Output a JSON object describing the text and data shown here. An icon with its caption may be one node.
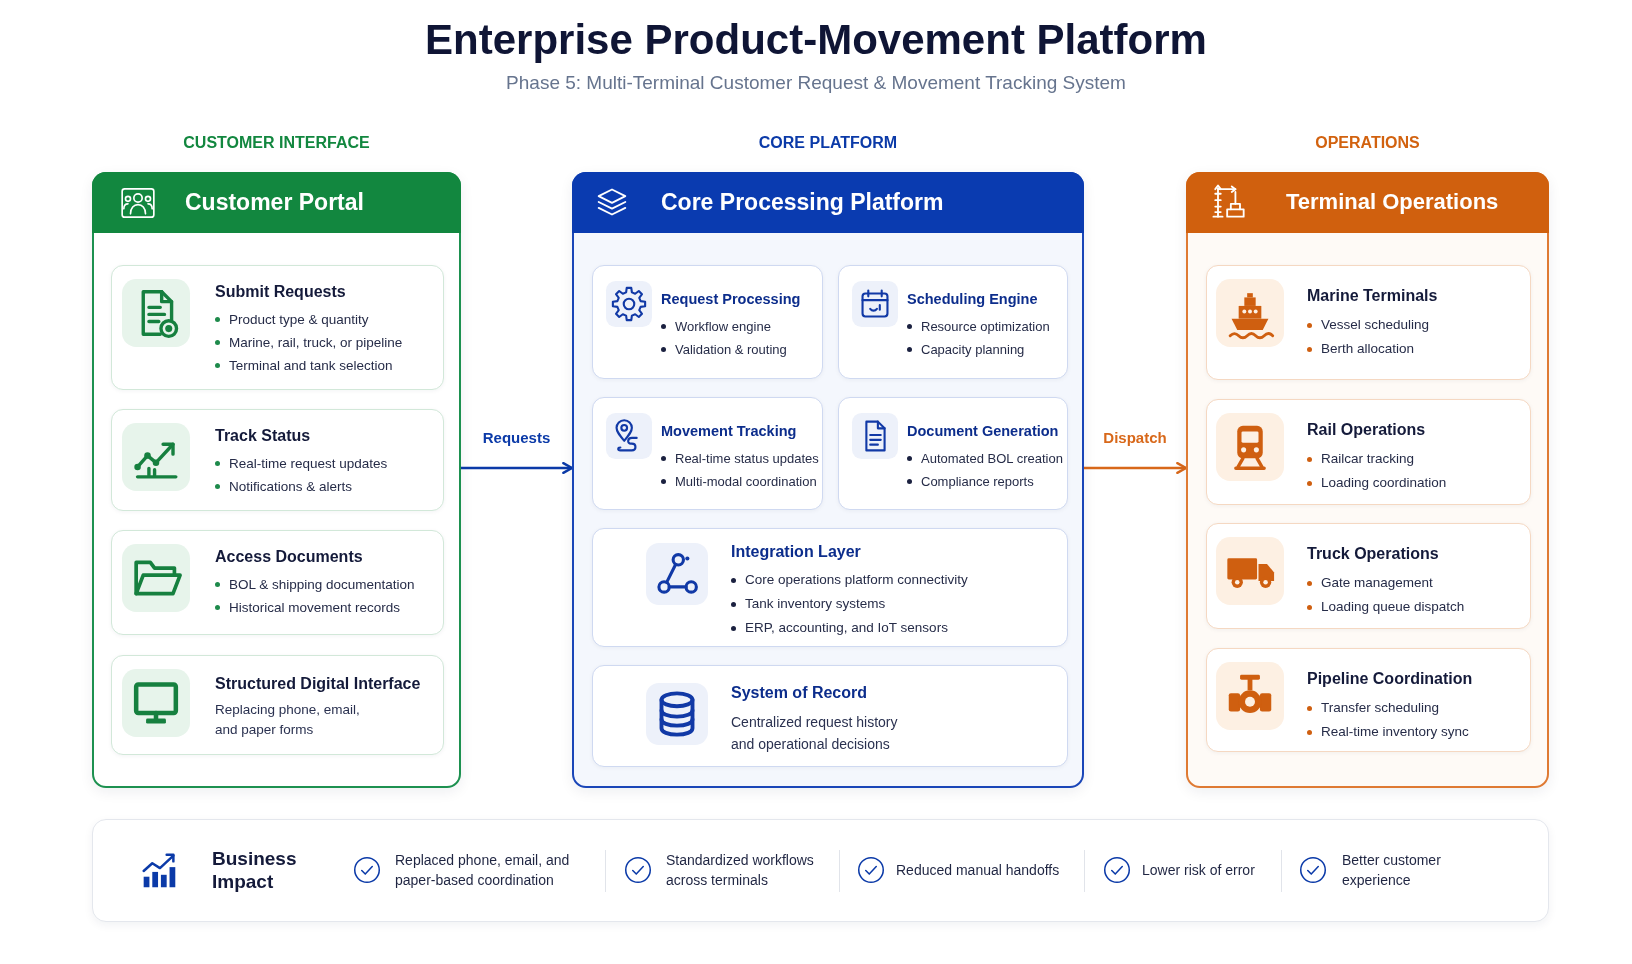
{
  "diagram": {
    "title": "Enterprise Product-Movement Platform",
    "nodes": [
      {
        "text": [
          "CUSTOMER INTERFACE",
          "Customer Portal"
        ]
      },
      {
        "text": [
          "Submit Requests",
          "Product type & quantity",
          "Marine, rail, truck, or pipeline",
          "Terminal and tank selection"
        ],
        "in": 0
      },
      {
        "text": [
          "Track Status",
          "Real-time request updates",
          "Notifications & alerts"
        ],
        "in": 0
      },
      {
        "text": [
          "Access Documents",
          "BOL & shipping documentation",
          "Historical movement records"
        ],
        "in": 0
      },
      {
        "text": [
          "Structured Digital Interface",
          "Replacing phone, email, and paper forms"
        ],
        "in": 0
      },
      {
        "text": [
          "CORE PLATFORM",
          "Core Processing Platform"
        ]
      },
      {
        "text": [
          "Request Processing",
          "Workflow engine",
          "Validation & routing"
        ],
        "in": 5
      },
      {
        "text": [
          "Scheduling Engine",
          "Resource optimization",
          "Capacity planning"
        ],
        "in": 5
      },
      {
        "text": [
          "Movement Tracking",
          "Real-time status updates",
          "Multi-modal coordination"
        ],
        "in": 5
      },
      {
        "text": [
          "Document Generation",
          "Automated BOL creation",
          "Compliance reports"
        ],
        "in": 5
      },
      {
        "text": [
          "Integration Layer",
          "Core operations platform connectivity",
          "Tank inventory systems",
          "ERP, accounting, and IoT sensors"
        ],
        "in": 5
      },
      {
        "text": [
          "System of Record",
          "Centralized request history and operational decisions"
        ],
        "in": 5
      },
      {
        "text": [
          "OPERATIONS",
          "Terminal Operations"
        ]
      },
      {
        "text": [
          "Marine Terminals",
          "Vessel scheduling",
          "Berth allocation"
        ],
        "in": 12
      },
      {
        "text": [
          "Rail Operations",
          "Railcar tracking",
          "Loading coordination"
        ],
        "in": 12
      },
      {
        "text": [
          "Truck Operations",
          "Gate management",
          "Loading queue dispatch"
        ],
        "in": 12
      },
      {
        "text": [
          "Pipeline Coordination",
          "Transfer scheduling",
          "Real-time inventory sync"
        ],
        "in": 12
      },
      {
        "text": [
          "Business Impact",
          "Replaced phone, email, and paper-based coordination",
          "Standardized workflows across terminals",
          "Reduced manual handoffs",
          "Lower risk of error",
          "Better customer experience"
        ]
      }
    ],
    "edges": [
      {
        "from": 0,
        "to": 5,
        "arrow": "to",
        "label": "Requests",
        "color": "#0b3aa8"
      },
      {
        "from": 5,
        "to": 12,
        "arrow": "to",
        "label": "Dispatch",
        "color": "#d8681a"
      }
    ],
    "labels": [
      "Phase 5: Multi-Terminal Customer Request & Movement Tracking System"
    ]
  }
}
